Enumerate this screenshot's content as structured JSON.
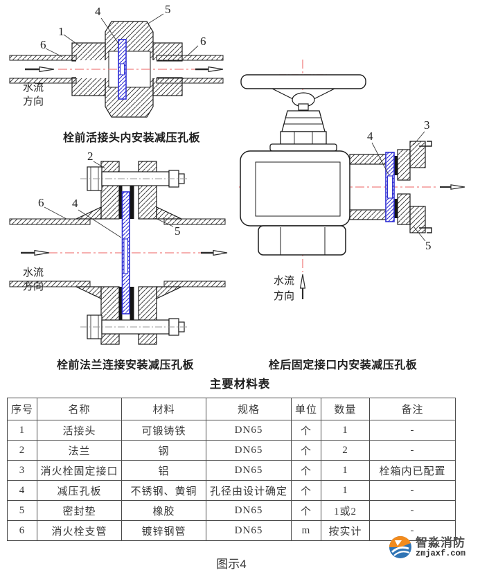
{
  "colors": {
    "centerline_red": "#f08080",
    "plate_blue": "#2d2dd4",
    "hatch_gray": "#444444",
    "logo_orange": "#f28b1d",
    "logo_blue": "#2f74b5"
  },
  "diagrams": {
    "d1": {
      "caption": "栓前活接头内安装减压孔板",
      "labels": {
        "l4": "4",
        "l5": "5",
        "l1": "1",
        "l6a": "6",
        "l6b": "6"
      },
      "flow1": "水流",
      "flow2": "方向"
    },
    "d2": {
      "caption": "栓前法兰连接安装减压孔板",
      "labels": {
        "l2": "2",
        "l6": "6",
        "l4": "4",
        "l5": "5"
      },
      "flow1": "水流",
      "flow2": "方向"
    },
    "d3": {
      "caption": "栓后固定接口内安装减压孔板",
      "labels": {
        "l3": "3",
        "l4": "4",
        "l5": "5"
      },
      "flow1": "水流",
      "flow2": "方向"
    }
  },
  "table": {
    "title": "主要材料表",
    "headers": [
      "序号",
      "名称",
      "材料",
      "规格",
      "单位",
      "数量",
      "备注"
    ],
    "rows": [
      [
        "1",
        "活接头",
        "可锻铸铁",
        "DN65",
        "个",
        "1",
        "-"
      ],
      [
        "2",
        "法兰",
        "钢",
        "DN65",
        "个",
        "2",
        "-"
      ],
      [
        "3",
        "消火栓固定接口",
        "铝",
        "DN65",
        "个",
        "1",
        "栓箱内已配置"
      ],
      [
        "4",
        "减压孔板",
        "不锈钢、黄铜",
        "孔径由设计确定",
        "个",
        "1",
        "-"
      ],
      [
        "5",
        "密封垫",
        "橡胶",
        "DN65",
        "个",
        "1或2",
        "-"
      ],
      [
        "6",
        "消火栓支管",
        "镀锌钢管",
        "DN65",
        "m",
        "按实计",
        "-"
      ]
    ]
  },
  "figure_caption": "图示4",
  "logo": {
    "name": "智淼消防",
    "url": "zmjaxf.com"
  }
}
